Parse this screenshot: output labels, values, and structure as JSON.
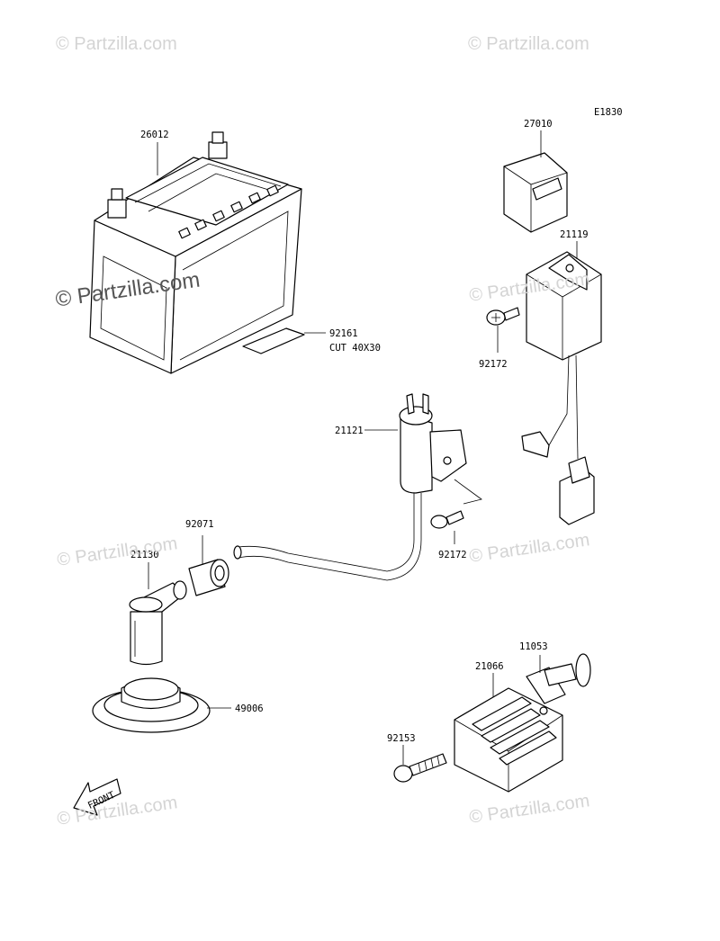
{
  "watermarks": {
    "top_left": "© Partzilla.com",
    "top_right": "© Partzilla.com",
    "main": "© Partzilla.com",
    "mid_right": "© Partzilla.com",
    "lower_left": "© Partzilla.com",
    "lower_right": "© Partzilla.com",
    "bottom_left": "© Partzilla.com",
    "bottom_right": "© Partzilla.com"
  },
  "diagram_code": "E1830",
  "callouts": {
    "battery": "26012",
    "pad_number": "92161",
    "pad_note": "CUT 40X30",
    "relay": "27010",
    "igniter": "21119",
    "screw_right": "92172",
    "ignition_coil": "21121",
    "screw_coil": "92172",
    "cap_ring": "92071",
    "plug_cap": "21130",
    "grommet": "49006",
    "bracket": "11053",
    "regulator": "21066",
    "bolt": "92153"
  },
  "front_marker": "FRONT"
}
